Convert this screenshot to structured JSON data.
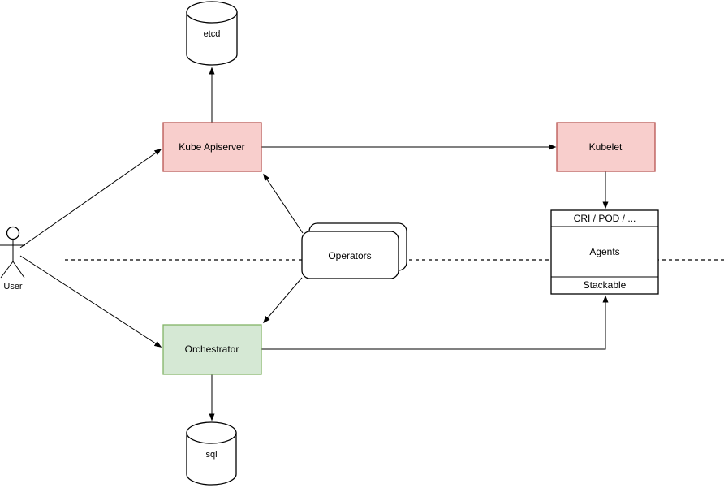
{
  "diagram": {
    "colors": {
      "background": "#ffffff",
      "line": "#000000",
      "text": "#000000",
      "red_fill": "#f8cecc",
      "red_stroke": "#b85450",
      "green_fill": "#d5e8d4",
      "green_stroke": "#82b366"
    },
    "nodes": {
      "etcd": {
        "label": "etcd",
        "shape": "cylinder"
      },
      "kube_apiserver": {
        "label": "Kube Apiserver",
        "shape": "rect",
        "color": "#f8cecc"
      },
      "kubelet": {
        "label": "Kubelet",
        "shape": "rect",
        "color": "#f8cecc"
      },
      "operators": {
        "label": "Operators",
        "shape": "stacked-rounded-rect"
      },
      "agents_stack": {
        "header": "CRI / POD / ...",
        "middle": "Agents",
        "footer": "Stackable",
        "shape": "sectioned-rect"
      },
      "orchestrator": {
        "label": "Orchestrator",
        "shape": "rect",
        "color": "#d5e8d4"
      },
      "sql": {
        "label": "sql",
        "shape": "cylinder"
      },
      "user": {
        "label": "User",
        "shape": "actor"
      }
    },
    "edges": [
      {
        "from": "User",
        "to": "Kube Apiserver",
        "arrow": "end"
      },
      {
        "from": "User",
        "to": "Orchestrator",
        "arrow": "end"
      },
      {
        "from": "Kube Apiserver",
        "to": "etcd",
        "arrow": "end"
      },
      {
        "from": "Kube Apiserver",
        "to": "Kubelet",
        "arrow": "end"
      },
      {
        "from": "Kubelet",
        "to": "CRI / POD / ...",
        "arrow": "end"
      },
      {
        "from": "Operators",
        "to": "Kube Apiserver",
        "arrow": "end"
      },
      {
        "from": "Operators",
        "to": "Orchestrator",
        "arrow": "end"
      },
      {
        "from": "Orchestrator",
        "to": "Stackable",
        "arrow": "end"
      },
      {
        "from": "Orchestrator",
        "to": "sql",
        "arrow": "end"
      }
    ],
    "separator": {
      "style": "dashed",
      "orientation": "horizontal"
    }
  }
}
